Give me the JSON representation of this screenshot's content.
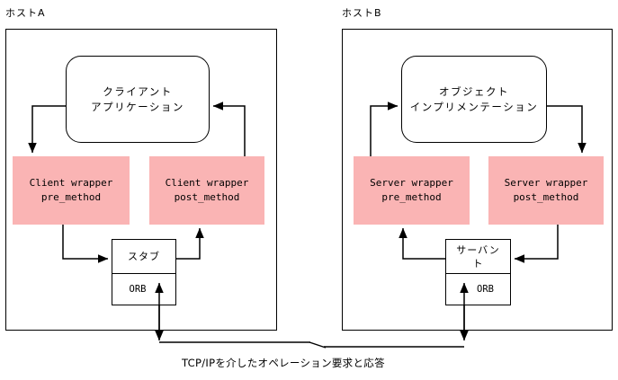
{
  "diagram": {
    "title_caption": "TCP/IPを介したオペレーション要求と応答",
    "accent_pink": "#fab4b4",
    "line_color": "#000000",
    "background": "#ffffff"
  },
  "host_a": {
    "label": "ホストA",
    "app": {
      "line1": "クライアント",
      "line2": "アプリケーション"
    },
    "wrapper_pre": {
      "line1": "Client wrapper",
      "line2": "pre_method"
    },
    "wrapper_post": {
      "line1": "Client wrapper",
      "line2": "post_method"
    },
    "stack": {
      "upper": "スタブ",
      "lower": "ORB"
    }
  },
  "host_b": {
    "label": "ホストB",
    "app": {
      "line1": "オブジェクト",
      "line2": "インプリメンテーション"
    },
    "wrapper_pre": {
      "line1": "Server wrapper",
      "line2": "pre_method"
    },
    "wrapper_post": {
      "line1": "Server wrapper",
      "line2": "post_method"
    },
    "stack": {
      "upper1": "サーバン",
      "upper2": "ト",
      "lower": "ORB"
    }
  },
  "network": {
    "caption": "TCP/IPを介したオペレーション要求と応答"
  }
}
